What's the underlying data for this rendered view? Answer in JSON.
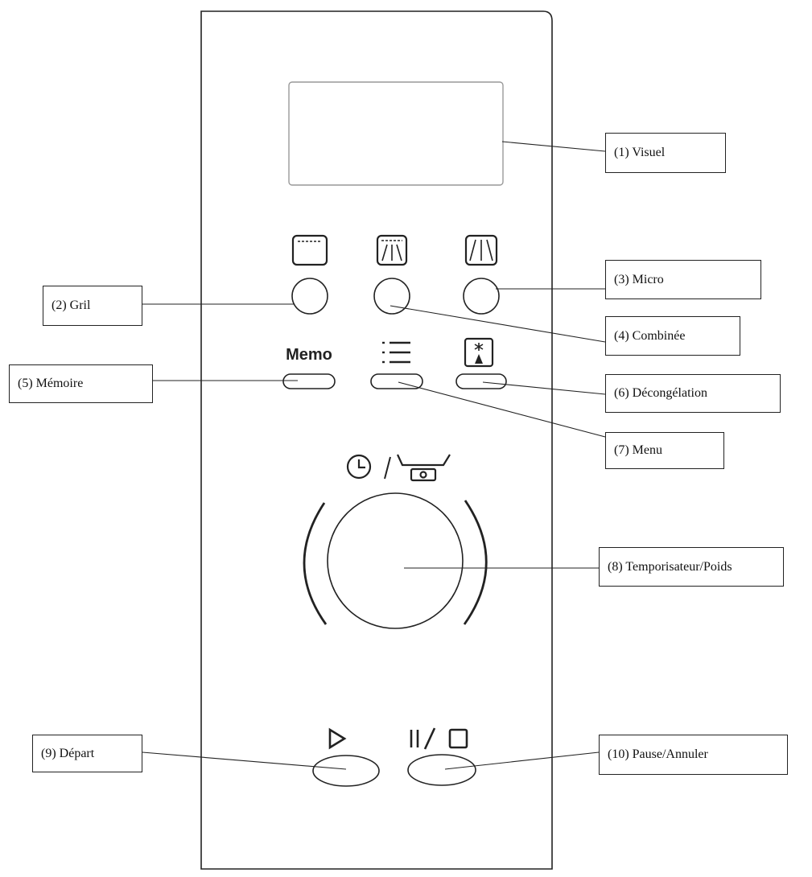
{
  "panel": {
    "memo_label": "Memo"
  },
  "callouts": {
    "c1": "(1) Visuel",
    "c2": "(2) Gril",
    "c3": "(3) Micro",
    "c4": "(4) Combinée",
    "c5": "(5) Mémoire",
    "c6": "(6) Décongélation",
    "c7": "(7) Menu",
    "c8": "(8) Temporisateur/Poids",
    "c9": "(9) Départ",
    "c10": "(10) Pause/Annuler"
  },
  "icons": [
    "grill-icon",
    "combination-icon",
    "microwave-icon",
    "menu-list-icon",
    "defrost-icon",
    "clock-icon",
    "weight-scale-icon",
    "start-play-icon",
    "pause-stop-icon"
  ]
}
